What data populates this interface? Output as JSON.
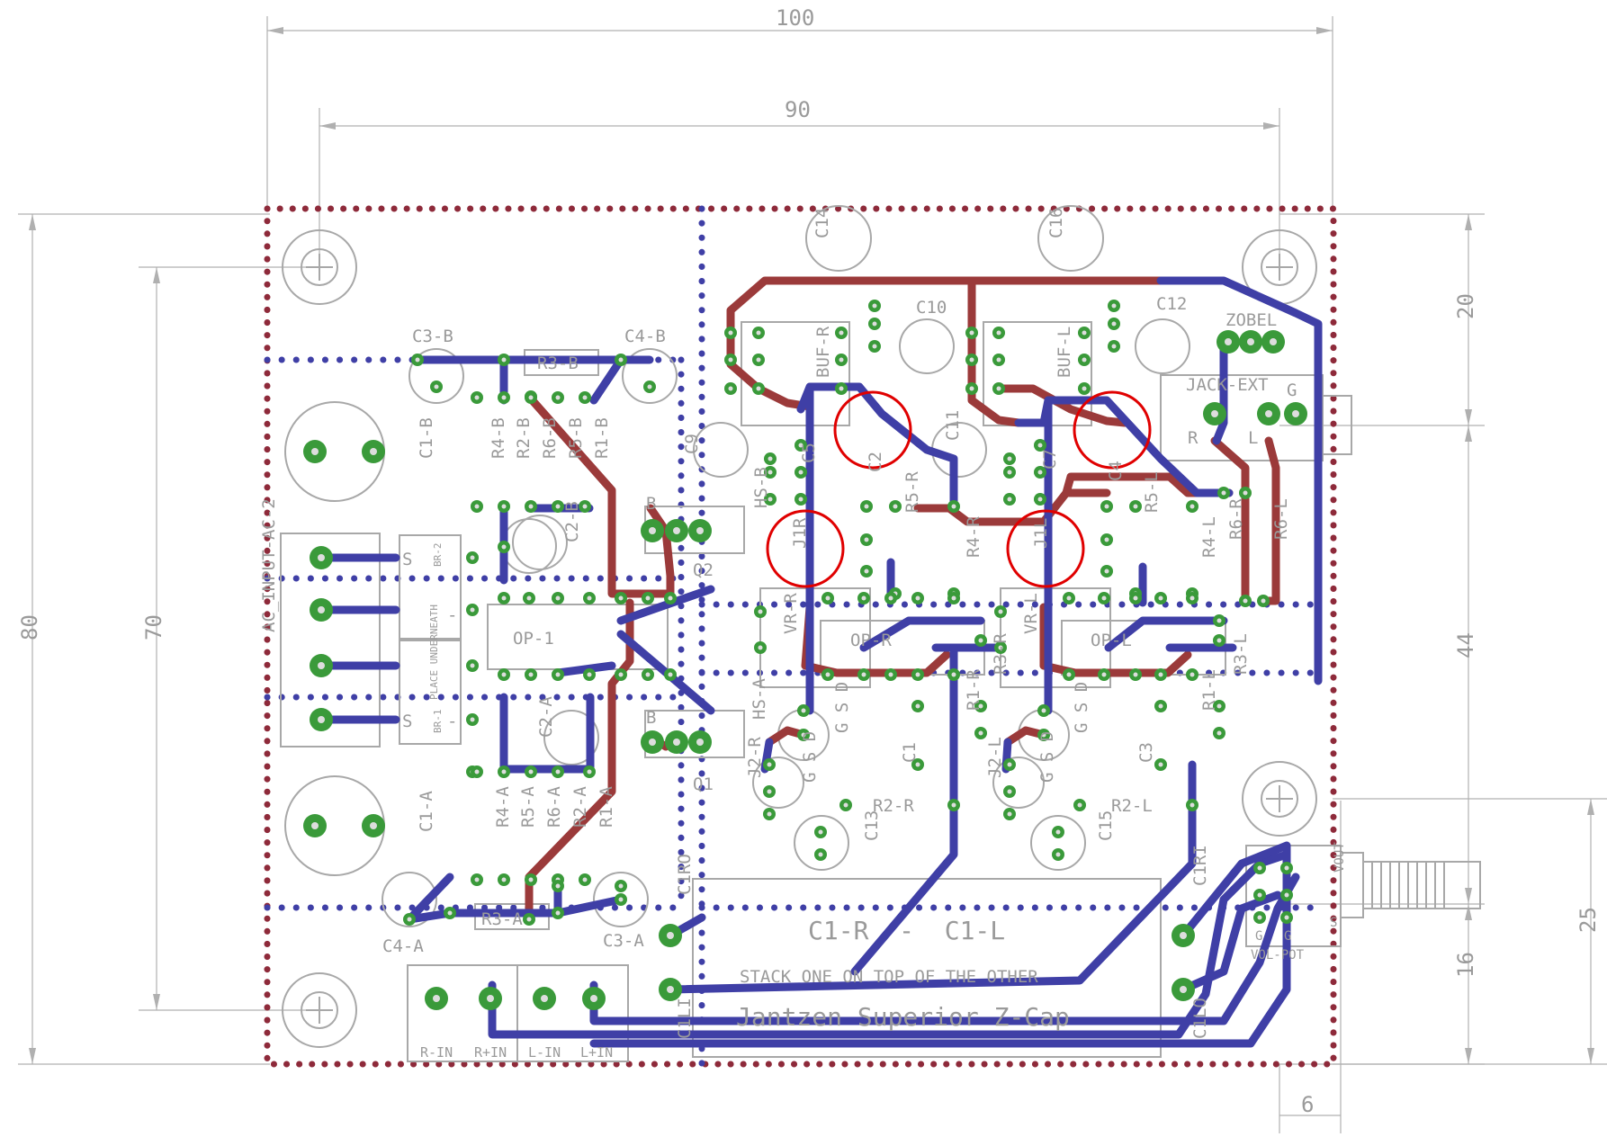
{
  "dimensions": {
    "top_outer": "100",
    "top_inner": "90",
    "left_outer": "80",
    "left_inner": "70",
    "right_top": "20",
    "right_mid": "44",
    "right_bottom": "16",
    "right_far": "25",
    "bottom_small": "6"
  },
  "labels": {
    "c3b": "C3-B",
    "c4b": "C4-B",
    "r3b": "R3-B",
    "c1b": "C1-B",
    "r4b": "R4-B",
    "r2b": "R2-B",
    "r6b": "R6-B",
    "r5b": "R5-B",
    "r1b": "R1-B",
    "c2b": "C2-B",
    "ac_input": "AC_INPUT-AC-2",
    "br2": "BR-2",
    "br1": "BR-1",
    "place_underneath": "PLACE UNDERNEATH",
    "op1": "OP-1",
    "c1a": "C1-A",
    "c2a": "C2-A",
    "r4a": "R4-A",
    "r5a": "R5-A",
    "r6a": "R6-A",
    "r2a": "R2-A",
    "r1a": "R1-A",
    "c4a": "C4-A",
    "r3a": "R3-A",
    "c3a": "C3-A",
    "c9": "C9",
    "hsb": "HS-B",
    "hsa": "HS-A",
    "q1": "Q1",
    "q2": "Q2",
    "b1": "B",
    "b2": "B",
    "c14": "C14",
    "c16": "C16",
    "c10": "C10",
    "c12": "C12",
    "zobel": "ZOBEL",
    "jack_ext": "JACK-EXT",
    "jack_g": "G",
    "jack_r": "R",
    "jack_l": "L",
    "buf_r": "BUF-R",
    "buf_l": "BUF-L",
    "c5": "C5",
    "c2": "C2",
    "c11": "C11",
    "c7": "C7",
    "c4": "C4",
    "r5r": "R5-R",
    "r5l": "R5-L",
    "j1r": "J1R",
    "j1l": "J1L",
    "r4r": "R4-R",
    "r4l": "R4-L",
    "r6r": "R6-R",
    "r6l": "R6-L",
    "opr": "OP-R",
    "opl": "OP-L",
    "vrr": "VR-R",
    "vrl": "VR-L",
    "r3r": "R3-R",
    "r3l": "R3-L",
    "r1r": "R1-R",
    "r1l": "R1-L",
    "c1": "C1",
    "c3": "C3",
    "j2r": "J2-R",
    "j2l": "J2-L",
    "r2r": "R2-R",
    "r2l": "R2-L",
    "c13": "C13",
    "c15": "C15",
    "gsd1": "G S D",
    "gsd2": "G S D",
    "gsd3": "G S D",
    "gsd4": "G S D",
    "c1r_c1l": "C1-R  -  C1-L",
    "stack": "STACK ONE ON TOP OF THE OTHER",
    "zcap": "Jantzen Superior Z-Cap",
    "c1ro": "C1RO",
    "c1li": "C1LI",
    "c1lo": "C1LO",
    "c1ri": "C1RI",
    "r_in": "R-IN",
    "rp_in": "R+IN",
    "l_in": "L-IN",
    "lp_in": "L+IN",
    "vol_pot": "VOL-POT",
    "vout": "VOUT",
    "g1": "G",
    "g2": "G",
    "s1": "S",
    "s2": "S",
    "minus1": "-",
    "minus2": "-",
    "s_top": "S",
    "s_bot": "S"
  },
  "colors": {
    "top_trace": "#3f3fa6",
    "bottom_trace": "#9b3a3a",
    "pad": "#3a9a3a",
    "highlight": "#e00000",
    "silkscreen": "#a8a8a8"
  }
}
